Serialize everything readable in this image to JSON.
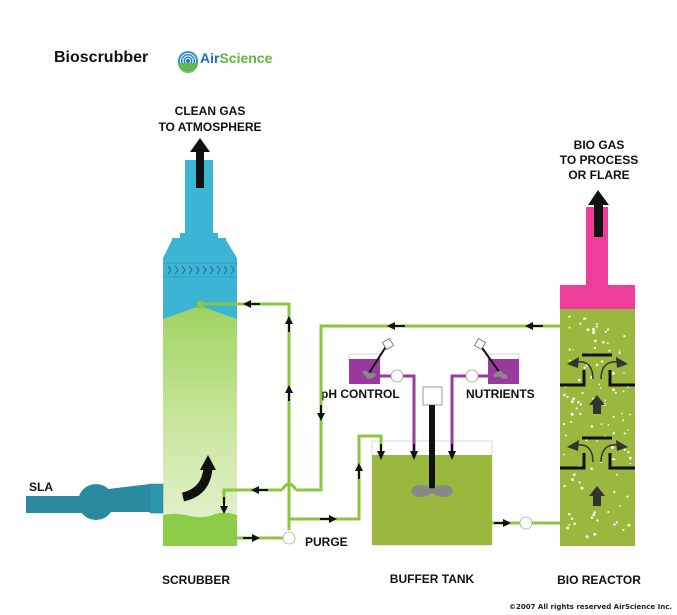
{
  "header": {
    "title": "Bioscrubber",
    "logo_text_part1": "Air",
    "logo_text_part2": "Science"
  },
  "labels": {
    "clean_gas_line1": "CLEAN  GAS",
    "clean_gas_line2": "TO  ATMOSPHERE",
    "bio_gas_line1": "BIO  GAS",
    "bio_gas_line2": "TO  PROCESS",
    "bio_gas_line3": "OR  FLARE",
    "sla": "SLA",
    "purge": "PURGE",
    "ph_control": "pH  CONTROL",
    "nutrients": "NUTRIENTS",
    "scrubber": "SCRUBBER",
    "buffer_tank": "BUFFER  TANK",
    "bio_reactor": "BIO  REACTOR",
    "copyright": "©2007 All rights reserved AirScience Inc."
  },
  "colors": {
    "scrubber_blue": "#3cb4d4",
    "fan_teal": "#2a8aa0",
    "pipe_green": "#8cc63f",
    "liquid_green": "#9ab83e",
    "scrubber_liquid": "#8dcc47",
    "chemical_purple": "#9b3a9e",
    "biogas_pink": "#f03c9a",
    "arrow_black": "#111111",
    "logo_blue": "#1f6fb5",
    "logo_green": "#5cb83c"
  }
}
